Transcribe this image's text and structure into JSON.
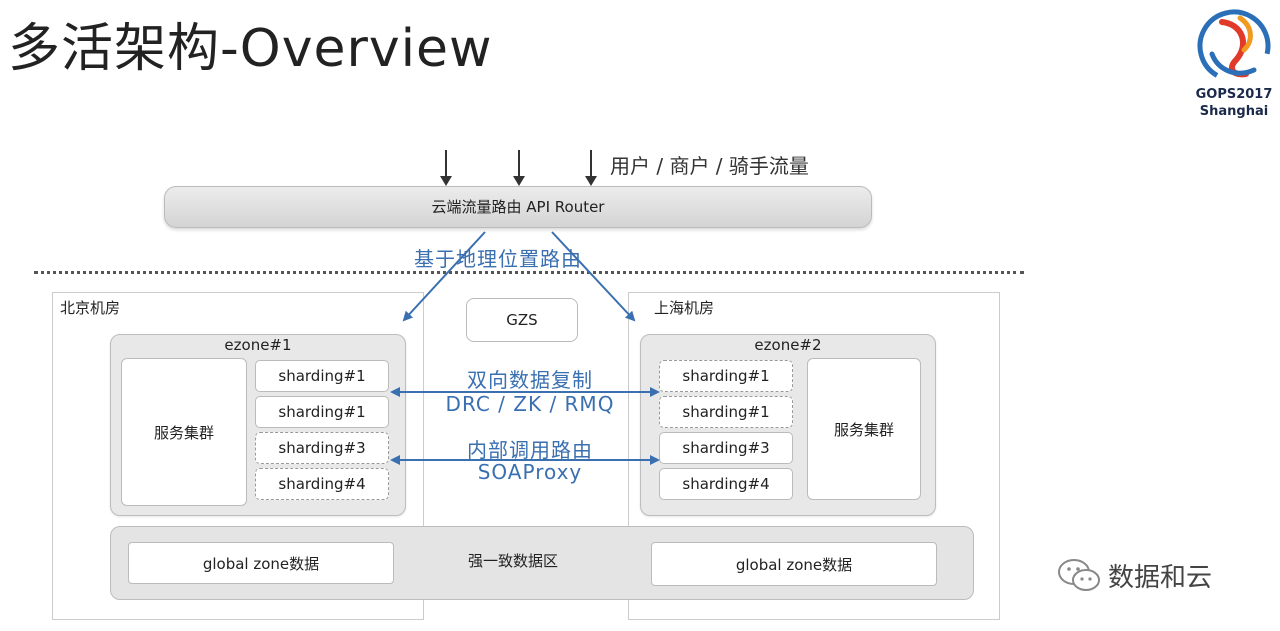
{
  "title": "多活架构-Overview",
  "logo": {
    "line1": "GOPS2017",
    "line2": "Shanghai"
  },
  "traffic_label": "用户 / 商户 / 骑手流量",
  "router_label": "云端流量路由 API Router",
  "geo_routing_label": "基于地理位置路由",
  "rooms": {
    "beijing": {
      "label": "北京机房",
      "ezone": "ezone#1",
      "service_cluster": "服务集群",
      "shards": [
        "sharding#1",
        "sharding#1",
        "sharding#3",
        "sharding#4"
      ]
    },
    "shanghai": {
      "label": "上海机房",
      "ezone": "ezone#2",
      "service_cluster": "服务集群",
      "shards": [
        "sharding#1",
        "sharding#1",
        "sharding#3",
        "sharding#4"
      ]
    }
  },
  "gzs_label": "GZS",
  "replication": {
    "line1": "双向数据复制",
    "line2": "DRC / ZK / RMQ"
  },
  "internal_call": {
    "line1": "内部调用路由",
    "line2": "SOAProxy"
  },
  "global_zone": {
    "left_label": "global zone数据",
    "center_label": "强一致数据区",
    "right_label": "global zone数据"
  },
  "watermark": "数据和云",
  "colors": {
    "accent_blue": "#3a6fb0",
    "zone_gray": "#e8e8e8"
  }
}
